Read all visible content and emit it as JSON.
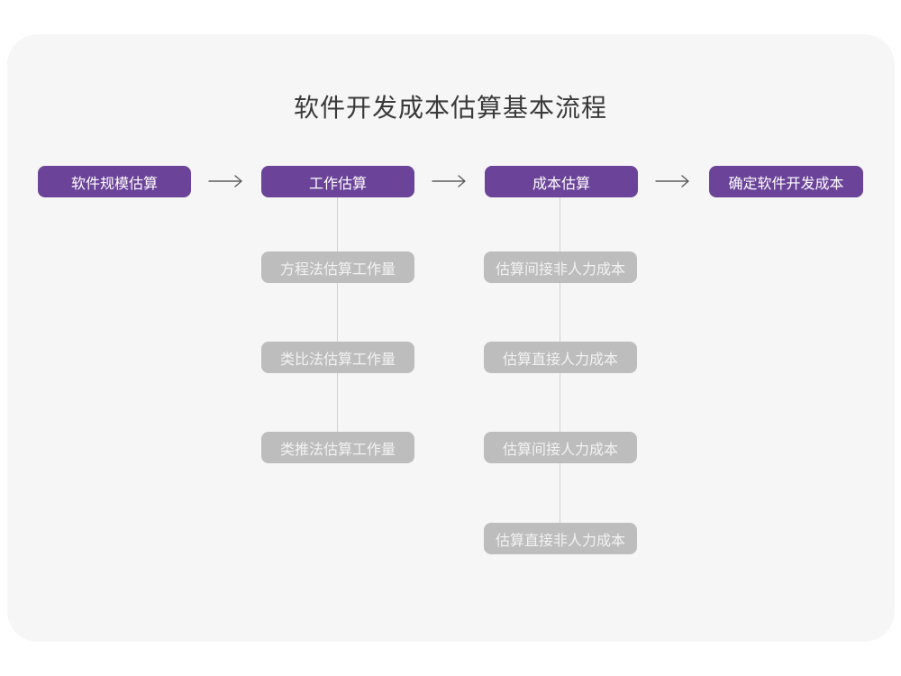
{
  "page": {
    "title": "软件开发成本估算基本流程"
  },
  "colors": {
    "card_background": "#f6f6f6",
    "page_background": "#ffffff",
    "main_node_purple": "#6b4399",
    "main_node_text": "#ffffff",
    "sub_node_gray": "#bdbdbd",
    "sub_node_text": "#f2f2f2",
    "connector_line": "#d2d2d2",
    "arrow": "#5e5e5e",
    "title_text": "#3a3a3a"
  },
  "flow": {
    "main_nodes": [
      {
        "label": "软件规模估算"
      },
      {
        "label": "工作估算"
      },
      {
        "label": "成本估算"
      },
      {
        "label": "确定软件开发成本"
      }
    ],
    "work_estimation_methods": [
      {
        "label": "方程法估算工作量"
      },
      {
        "label": "类比法估算工作量"
      },
      {
        "label": "类推法估算工作量"
      }
    ],
    "cost_estimation_steps": [
      {
        "label": "估算间接非人力成本"
      },
      {
        "label": "估算直接人力成本"
      },
      {
        "label": "估算间接人力成本"
      },
      {
        "label": "估算直接非人力成本"
      }
    ]
  }
}
